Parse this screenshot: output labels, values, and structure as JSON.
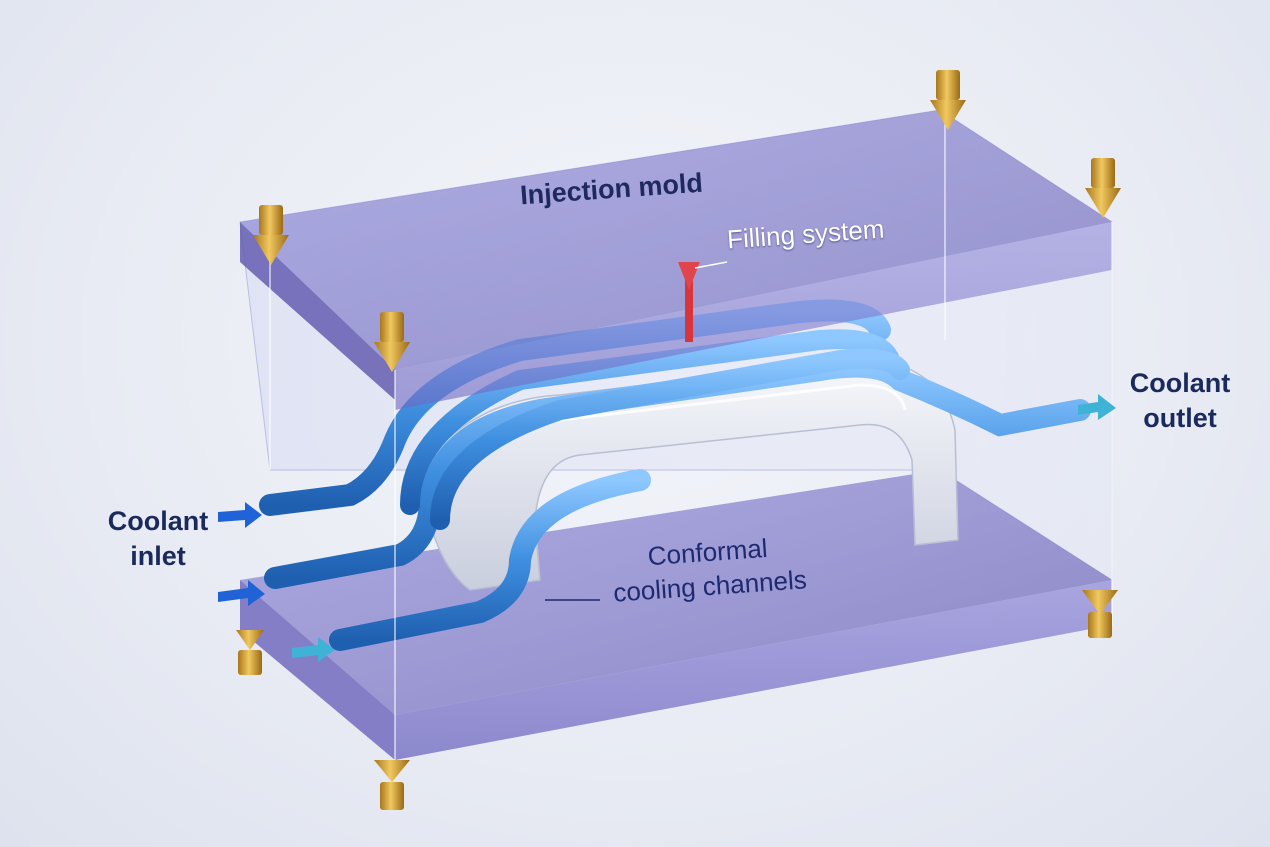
{
  "labels": {
    "mold": "Injection mold",
    "filling": "Filling system",
    "inlet": "Coolant\ninlet",
    "outlet": "Coolant\noutlet",
    "conformal": "Conformal\ncooling channels"
  },
  "colors": {
    "mold_plate": "#7a74c8",
    "channel": "#3f8fe0",
    "part": "#e9ecf3",
    "pin": "#c9972e",
    "gate": "#d8343c",
    "label": "#1b2a5c"
  }
}
